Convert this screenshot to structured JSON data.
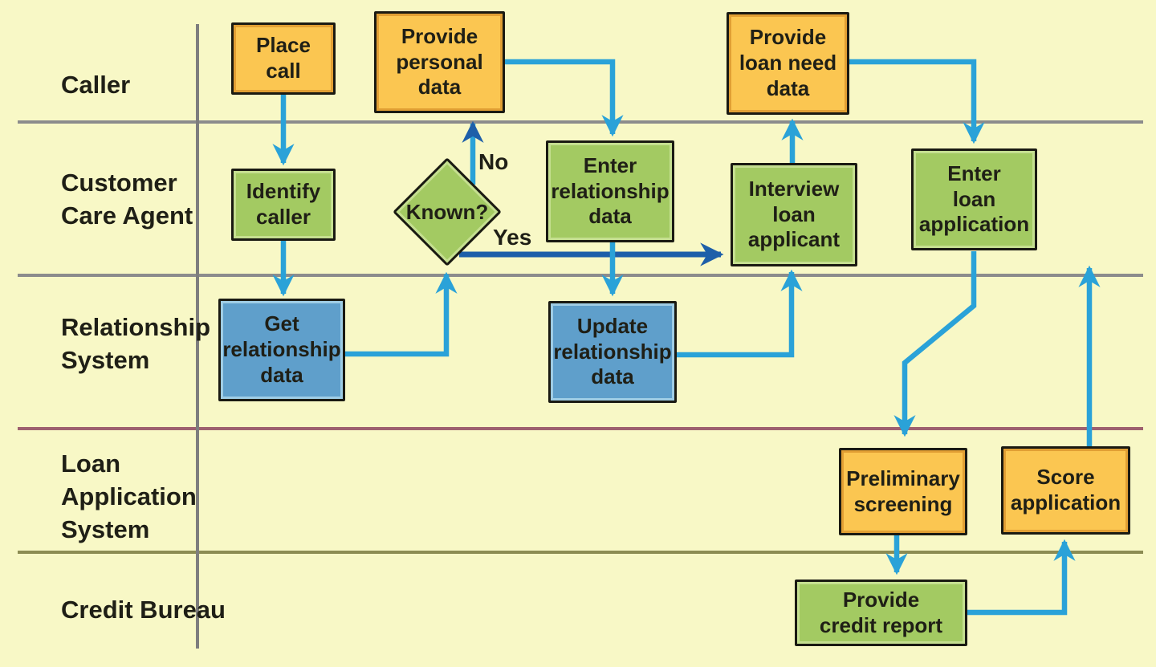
{
  "lanes": [
    {
      "label": "Caller"
    },
    {
      "label": "Customer\nCare Agent"
    },
    {
      "label": "Relationship\nSystem"
    },
    {
      "label": "Loan\nApplication\nSystem"
    },
    {
      "label": "Credit Bureau"
    }
  ],
  "nodes": [
    {
      "id": "place-call",
      "label": "Place\ncall",
      "lane": "Caller",
      "shape": "process",
      "color": "orange"
    },
    {
      "id": "provide-personal-data",
      "label": "Provide\npersonal\ndata",
      "lane": "Caller",
      "shape": "process",
      "color": "orange"
    },
    {
      "id": "provide-loan-need-data",
      "label": "Provide\nloan need\ndata",
      "lane": "Caller",
      "shape": "process",
      "color": "orange"
    },
    {
      "id": "identify-caller",
      "label": "Identify\ncaller",
      "lane": "Customer Care Agent",
      "shape": "process",
      "color": "green"
    },
    {
      "id": "known-decision",
      "label": "Known?",
      "lane": "Customer Care Agent",
      "shape": "decision",
      "color": "green"
    },
    {
      "id": "enter-relationship-data",
      "label": "Enter\nrelationship\ndata",
      "lane": "Customer Care Agent",
      "shape": "process",
      "color": "green"
    },
    {
      "id": "interview-loan-applicant",
      "label": "Interview\nloan\napplicant",
      "lane": "Customer Care Agent",
      "shape": "process",
      "color": "green"
    },
    {
      "id": "enter-loan-application",
      "label": "Enter\nloan\napplication",
      "lane": "Customer Care Agent",
      "shape": "process",
      "color": "green"
    },
    {
      "id": "get-relationship-data",
      "label": "Get\nrelationship\ndata",
      "lane": "Relationship System",
      "shape": "process",
      "color": "blue"
    },
    {
      "id": "update-relationship-data",
      "label": "Update\nrelationship\ndata",
      "lane": "Relationship System",
      "shape": "process",
      "color": "blue"
    },
    {
      "id": "preliminary-screening",
      "label": "Preliminary\nscreening",
      "lane": "Loan Application System",
      "shape": "process",
      "color": "orange"
    },
    {
      "id": "score-application",
      "label": "Score\napplication",
      "lane": "Loan Application System",
      "shape": "process",
      "color": "orange"
    },
    {
      "id": "provide-credit-report",
      "label": "Provide\ncredit report",
      "lane": "Credit Bureau",
      "shape": "process",
      "color": "green"
    }
  ],
  "edge_labels": {
    "no": "No",
    "yes": "Yes"
  },
  "colors": {
    "background": "#F8F8C6",
    "node_orange": "#FBC651",
    "node_green": "#A3CA62",
    "node_blue": "#5F9FCB",
    "node_border": "#1A1A12",
    "arrow_light": "#2AA2D8",
    "arrow_dark": "#1E5FA9",
    "lane_line_gray": "#8C8C8C",
    "lane_line_maroon": "#9E616F",
    "lane_line_olive": "#8C8C53",
    "text": "#1F1F16"
  }
}
